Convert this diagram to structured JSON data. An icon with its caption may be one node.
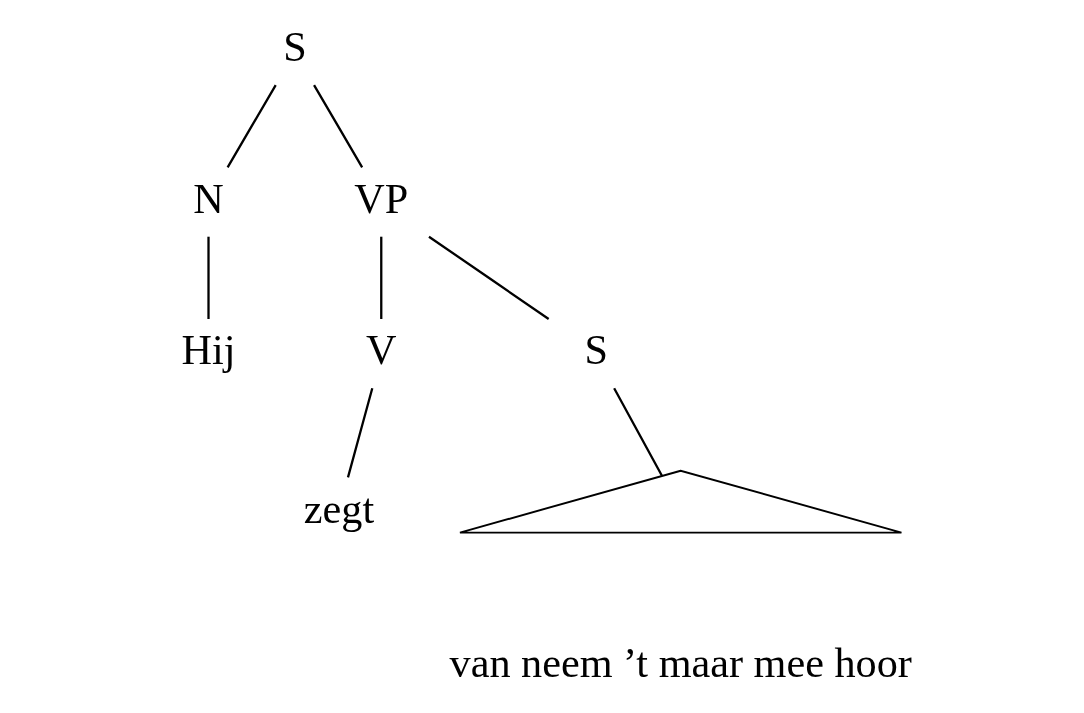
{
  "diagram": {
    "nodes": [
      {
        "text": [
          "S"
        ]
      },
      {
        "text": [
          "N"
        ]
      },
      {
        "text": [
          "VP"
        ]
      },
      {
        "text": [
          "Hij"
        ]
      },
      {
        "text": [
          "V"
        ]
      },
      {
        "text": [
          "S"
        ]
      },
      {
        "text": [
          "zegt"
        ]
      },
      {
        "text": [],
        "shape": "triangle",
        "beside": [
          "van neem ’t maar mee hoor"
        ]
      }
    ],
    "edges": [
      {
        "from": 0,
        "to": 1,
        "arrow": "none"
      },
      {
        "from": 0,
        "to": 2,
        "arrow": "none"
      },
      {
        "from": 1,
        "to": 3,
        "arrow": "none"
      },
      {
        "from": 2,
        "to": 4,
        "arrow": "none"
      },
      {
        "from": 2,
        "to": 5,
        "arrow": "none"
      },
      {
        "from": 4,
        "to": 6,
        "arrow": "none"
      },
      {
        "from": 5,
        "to": 7,
        "arrow": "none"
      }
    ]
  }
}
